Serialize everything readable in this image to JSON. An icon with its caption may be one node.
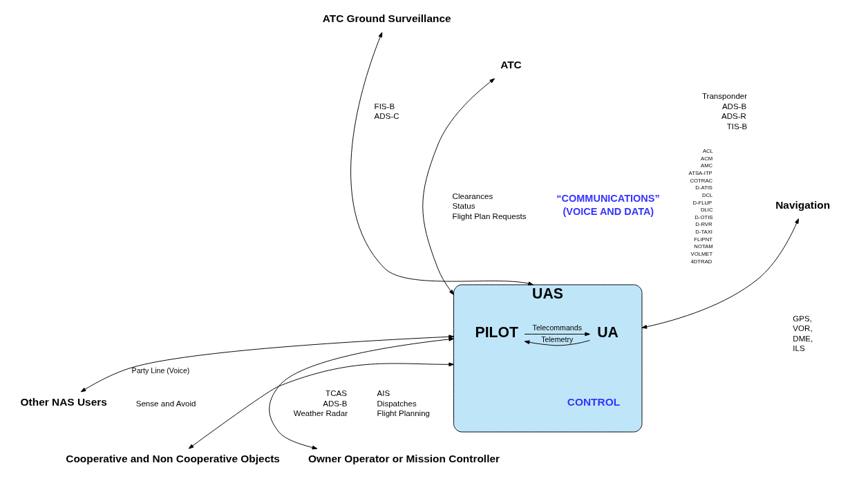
{
  "diagram": {
    "nodes": [
      {
        "text": [
          "UAS"
        ]
      },
      {
        "text": [
          "UA"
        ],
        "in": 0
      },
      {
        "text": [
          "PILOT"
        ],
        "in": 0
      },
      {
        "text": [
          "ATC"
        ]
      },
      {
        "text": [
          "ATC Ground Surveillance"
        ]
      },
      {
        "text": [
          "Navigation"
        ]
      },
      {
        "text": [
          "Other NAS Users"
        ]
      },
      {
        "text": [
          "Cooperative and Non Cooperative Objects"
        ]
      },
      {
        "text": [
          "Owner Operator or Mission Controller"
        ]
      }
    ],
    "edges": [
      {
        "from": 2,
        "to": 1,
        "arrow": "to",
        "label": "Telecommands"
      },
      {
        "from": 1,
        "to": 2,
        "arrow": "to",
        "label": "Telemetry"
      },
      {
        "from": 3,
        "to": 0,
        "arrow": "both"
      },
      {
        "from": 4,
        "to": 0,
        "arrow": "both"
      },
      {
        "from": 5,
        "to": 0,
        "arrow": "both"
      },
      {
        "from": 0,
        "to": 6,
        "arrow": "both",
        "label": "Party Line (Voice)"
      },
      {
        "from": 0,
        "to": 7,
        "arrow": "both"
      },
      {
        "from": 0,
        "to": 8,
        "arrow": "both"
      }
    ],
    "labels": [
      "ACL",
      "ACM",
      "AMC",
      "ATSA-ITP",
      "COTRAC",
      "D-ATIS",
      "DCL",
      "D-FLUP",
      "DLIC",
      "D-OTIS",
      "D-RVR",
      "D-TAXI",
      "FLIPNT",
      "NOTAM",
      "VOLMET",
      "4DTRAD",
      "Clearances",
      "Status",
      "Flight Plan Requests",
      "“COMMUNICATIONS”",
      "(VOICE AND DATA)",
      "Transponder",
      "ADS-B",
      "ADS-R",
      "TIS-B",
      "FIS-B",
      "ADS-C",
      "CONTROL",
      "GPS,",
      "VOR,",
      "DME,",
      "ILS",
      "TCAS",
      "ADS-B",
      "Weather Radar",
      "Sense and Avoid",
      "AIS",
      "Dispatches",
      "Flight Planning"
    ]
  }
}
